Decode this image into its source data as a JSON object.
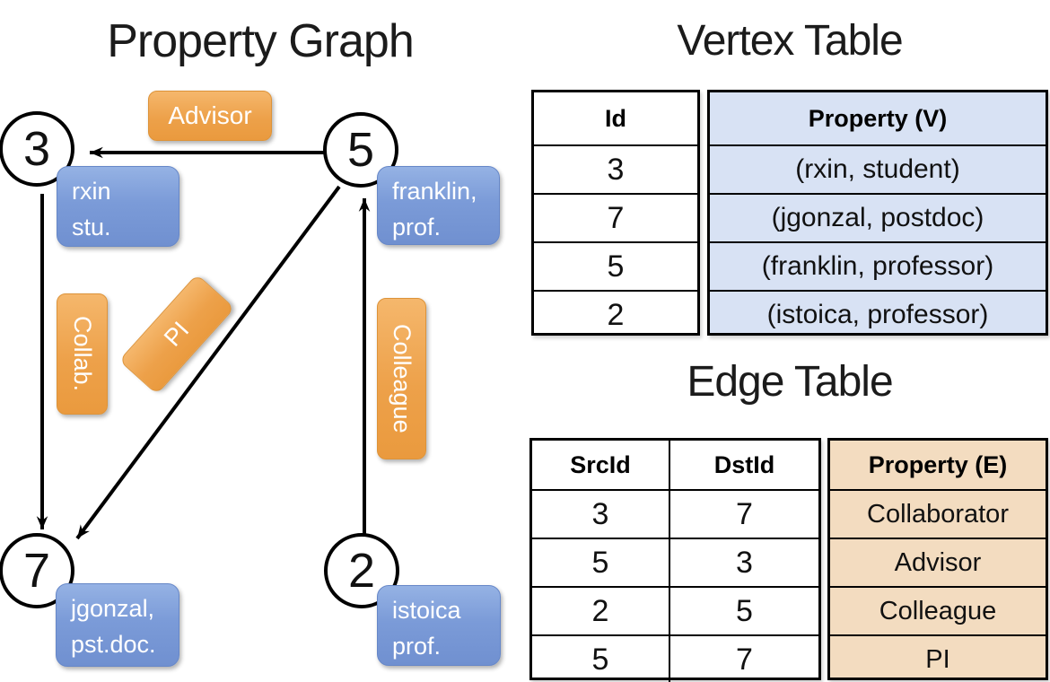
{
  "graph": {
    "title": "Property Graph",
    "nodes": [
      {
        "id": "3",
        "property_lines": [
          "rxin",
          "stu."
        ]
      },
      {
        "id": "5",
        "property_lines": [
          "franklin,",
          "prof."
        ]
      },
      {
        "id": "7",
        "property_lines": [
          "jgonzal,",
          "pst.doc."
        ]
      },
      {
        "id": "2",
        "property_lines": [
          "istoica",
          "prof."
        ]
      }
    ],
    "edges": [
      {
        "from": "5",
        "to": "3",
        "label": "Advisor"
      },
      {
        "from": "3",
        "to": "7",
        "label": "Collab."
      },
      {
        "from": "2",
        "to": "5",
        "label": "Colleague"
      },
      {
        "from": "5",
        "to": "7",
        "label": "PI"
      }
    ]
  },
  "vertex_table": {
    "title": "Vertex Table",
    "headers": {
      "id": "Id",
      "property": "Property (V)"
    },
    "rows": [
      {
        "id": "3",
        "property": "(rxin, student)"
      },
      {
        "id": "7",
        "property": "(jgonzal, postdoc)"
      },
      {
        "id": "5",
        "property": "(franklin, professor)"
      },
      {
        "id": "2",
        "property": "(istoica, professor)"
      }
    ]
  },
  "edge_table": {
    "title": "Edge Table",
    "headers": {
      "src": "SrcId",
      "dst": "DstId",
      "property": "Property (E)"
    },
    "rows": [
      {
        "src": "3",
        "dst": "7",
        "property": "Collaborator"
      },
      {
        "src": "5",
        "dst": "3",
        "property": "Advisor"
      },
      {
        "src": "2",
        "dst": "5",
        "property": "Colleague"
      },
      {
        "src": "5",
        "dst": "7",
        "property": "PI"
      }
    ]
  },
  "colors": {
    "edge_label_orange": "#eda14a",
    "vertex_property_blue": "#7b9bd8",
    "vertex_table_fill": "#d8e2f4",
    "edge_table_fill": "#f3dcc0",
    "line_black": "#000000"
  }
}
